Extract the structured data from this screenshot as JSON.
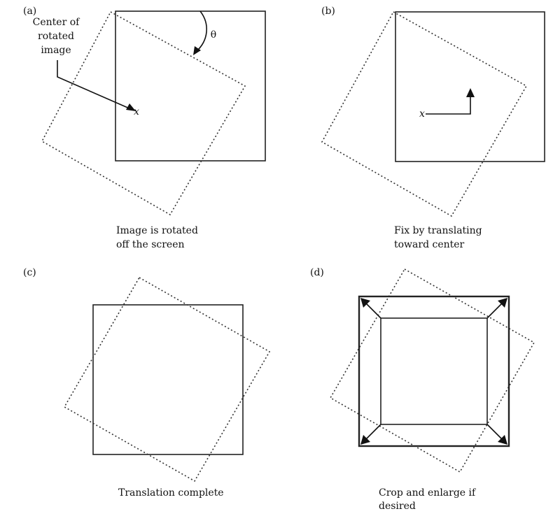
{
  "panels": [
    {
      "tag": "(a)",
      "caption_lines": [
        "Image is rotated",
        "off the screen"
      ],
      "annotation_lines": [
        "Center of",
        "rotated",
        "image"
      ],
      "angle_symbol": "θ"
    },
    {
      "tag": "(b)",
      "caption_lines": [
        "Fix by translating",
        "toward center"
      ]
    },
    {
      "tag": "(c)",
      "caption_lines": [
        "Translation complete"
      ]
    },
    {
      "tag": "(d)",
      "caption_lines": [
        "Crop and enlarge if",
        "desired"
      ]
    }
  ],
  "center_marker_glyph": "x"
}
